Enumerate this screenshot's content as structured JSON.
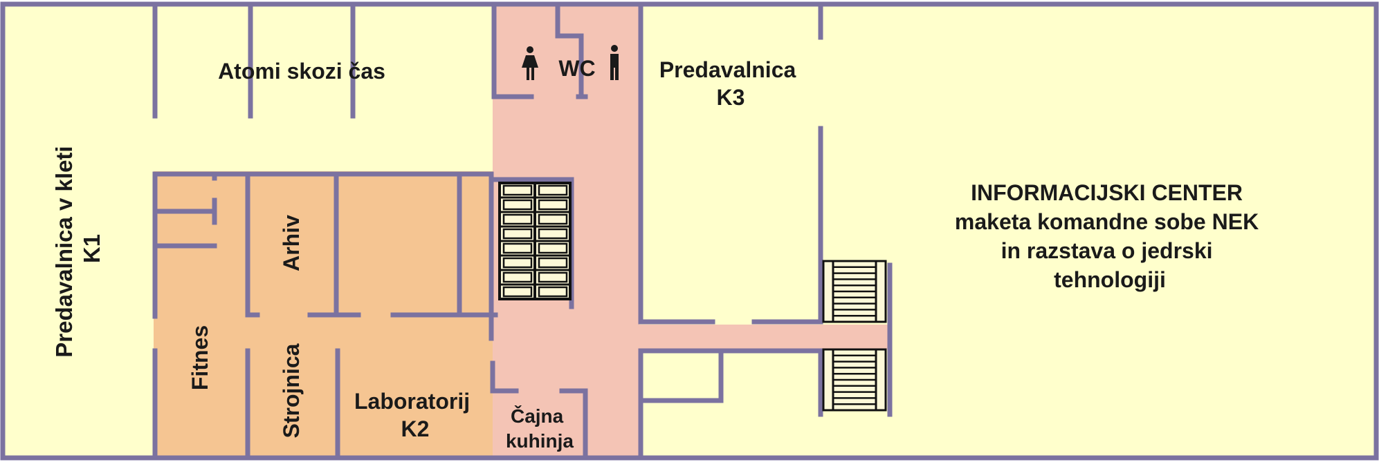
{
  "colors": {
    "wall": "#7b72a0",
    "hall": "#ffffcc",
    "corridor": "#f4c4b5",
    "service": "#f5c592",
    "stair_fill": "#fdf9d8",
    "stair_line": "#111111"
  },
  "rooms": {
    "k1": {
      "line1": "Predavalnica v kleti",
      "line2": "K1"
    },
    "atomi": "Atomi skozi čas",
    "wc": "WC",
    "k3": {
      "line1": "Predavalnica",
      "line2": "K3"
    },
    "info": {
      "line1": "INFORMACIJSKI CENTER",
      "line2": "maketa komandne sobe NEK",
      "line3": "in razstava o jedrski",
      "line4": "tehnologiji"
    },
    "arhiv": "Arhiv",
    "fitnes": "Fitnes",
    "strojnica": "Strojnica",
    "k2": {
      "line1": "Laboratorij",
      "line2": "K2"
    },
    "kuhinja": {
      "line1": "Čajna",
      "line2": "kuhinja"
    }
  },
  "icons": [
    "female-toilet-icon",
    "male-toilet-icon"
  ]
}
